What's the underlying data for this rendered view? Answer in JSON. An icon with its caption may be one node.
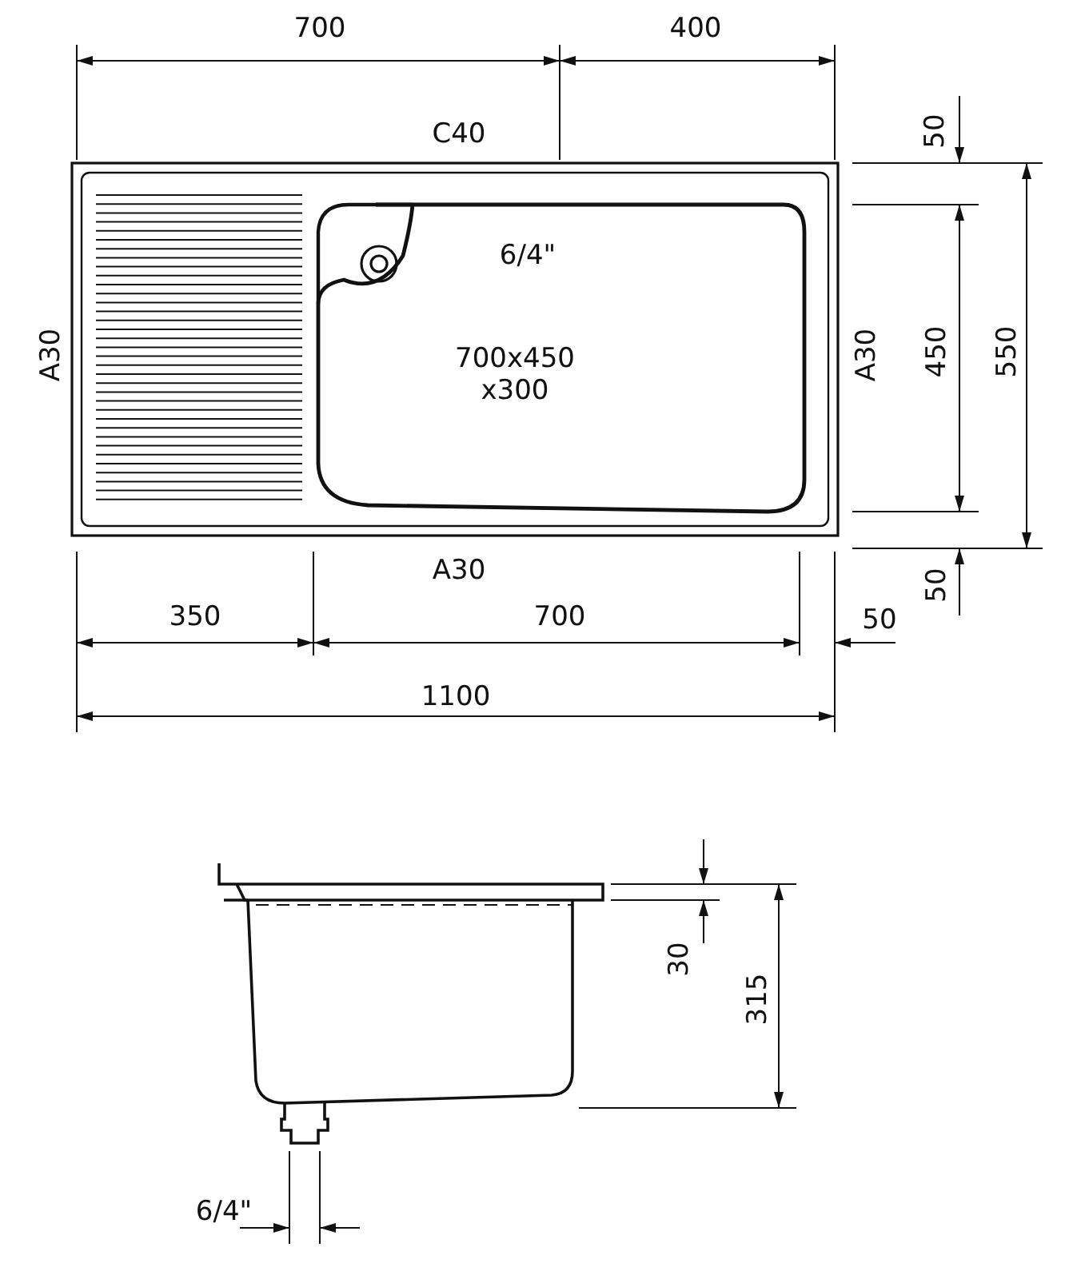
{
  "diagram": {
    "labels": [
      "700",
      "400",
      "C40",
      "50",
      "A30",
      "6/4\"",
      "700x450 x300",
      "A30",
      "450",
      "550",
      "A30",
      "50",
      "350",
      "700",
      "50",
      "1100",
      "30",
      "315",
      "6/4\""
    ]
  }
}
